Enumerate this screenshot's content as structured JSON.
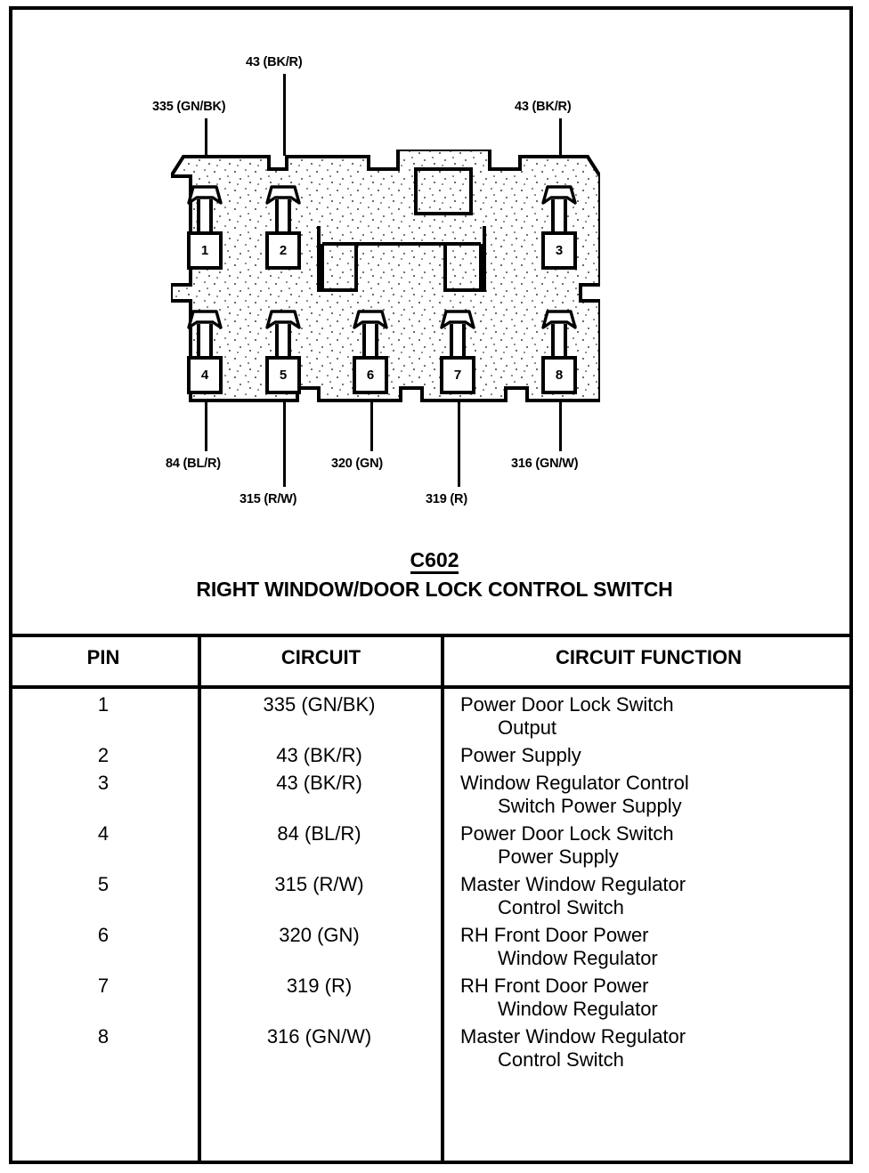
{
  "diagram": {
    "connector_id": "C602",
    "title": "RIGHT WINDOW/DOOR LOCK CONTROL SWITCH",
    "top_labels": [
      {
        "text": "335 (GN/BK)",
        "pin": "1"
      },
      {
        "text": "43 (BK/R)",
        "pin": "2"
      },
      {
        "text": "43 (BK/R)",
        "pin": "3"
      }
    ],
    "bottom_labels": [
      {
        "text": "84 (BL/R)",
        "pin": "4"
      },
      {
        "text": "315 (R/W)",
        "pin": "5"
      },
      {
        "text": "320 (GN)",
        "pin": "6"
      },
      {
        "text": "319 (R)",
        "pin": "7"
      },
      {
        "text": "316 (GN/W)",
        "pin": "8"
      }
    ],
    "terminals": [
      {
        "number": "1"
      },
      {
        "number": "2"
      },
      {
        "number": "3"
      },
      {
        "number": "4"
      },
      {
        "number": "5"
      },
      {
        "number": "6"
      },
      {
        "number": "7"
      },
      {
        "number": "8"
      }
    ]
  },
  "table": {
    "headers": {
      "pin": "PIN",
      "circuit": "CIRCUIT",
      "function": "CIRCUIT FUNCTION"
    },
    "rows": [
      {
        "pin": "1",
        "circuit": "335 (GN/BK)",
        "fn1": "Power Door Lock Switch",
        "fn2": "Output"
      },
      {
        "pin": "2",
        "circuit": "43 (BK/R)",
        "fn1": "Power Supply",
        "fn2": ""
      },
      {
        "pin": "3",
        "circuit": "43 (BK/R)",
        "fn1": "Window Regulator Control",
        "fn2": "Switch Power Supply"
      },
      {
        "pin": "4",
        "circuit": "84 (BL/R)",
        "fn1": "Power Door Lock Switch",
        "fn2": "Power Supply"
      },
      {
        "pin": "5",
        "circuit": "315 (R/W)",
        "fn1": "Master Window Regulator",
        "fn2": "Control Switch"
      },
      {
        "pin": "6",
        "circuit": "320 (GN)",
        "fn1": "RH Front Door Power",
        "fn2": "Window Regulator"
      },
      {
        "pin": "7",
        "circuit": "319 (R)",
        "fn1": "RH Front Door Power",
        "fn2": "Window Regulator"
      },
      {
        "pin": "8",
        "circuit": "316 (GN/W)",
        "fn1": "Master Window Regulator",
        "fn2": "Control Switch"
      }
    ]
  },
  "colors": {
    "ink": "#000000",
    "paper": "#ffffff"
  }
}
